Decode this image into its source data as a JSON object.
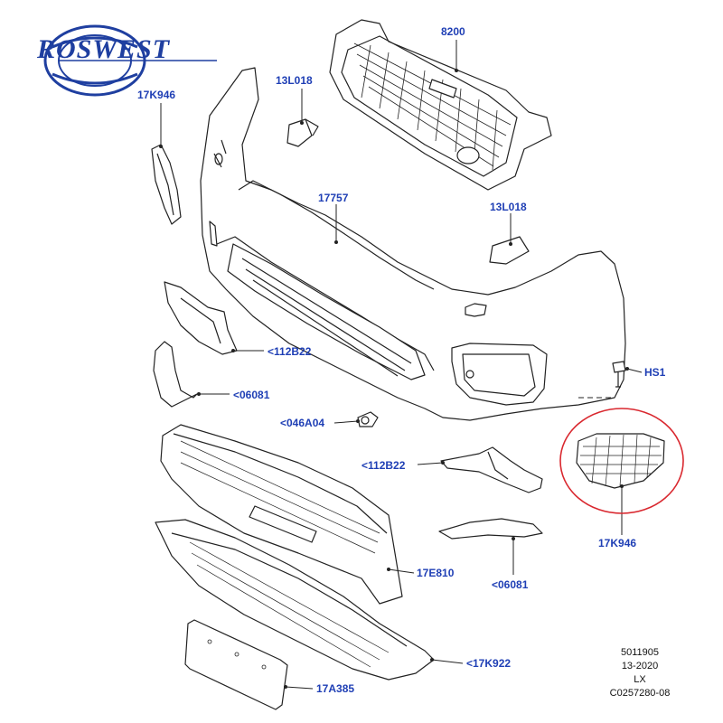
{
  "brand": {
    "logo_text": "ROSWEST"
  },
  "parts": [
    {
      "id": "grille",
      "label": "8200"
    },
    {
      "id": "plug-upper-left",
      "label": "13L018"
    },
    {
      "id": "trim-left",
      "label": "17K946"
    },
    {
      "id": "bumper-cover",
      "label": "17757"
    },
    {
      "id": "plug-right",
      "label": "13L018"
    },
    {
      "id": "bracket-left",
      "label": "<112B22"
    },
    {
      "id": "deflector-left",
      "label": "<06081"
    },
    {
      "id": "bolt",
      "label": "HS1"
    },
    {
      "id": "sensor",
      "label": "<046A04"
    },
    {
      "id": "bracket-right",
      "label": "<112B22"
    },
    {
      "id": "fog-grille",
      "label": "17K946"
    },
    {
      "id": "lower-grille",
      "label": "17E810"
    },
    {
      "id": "deflector-right",
      "label": "<06081"
    },
    {
      "id": "lower-valance",
      "label": "<17K922"
    },
    {
      "id": "plate-bracket",
      "label": "17A385"
    }
  ],
  "footer": {
    "line1": "5011905",
    "line2": "13-2020",
    "line3": "LX",
    "line4": "C0257280-08"
  },
  "colors": {
    "label": "#1f3fb5",
    "line": "#222222",
    "highlight": "#d9282f"
  }
}
